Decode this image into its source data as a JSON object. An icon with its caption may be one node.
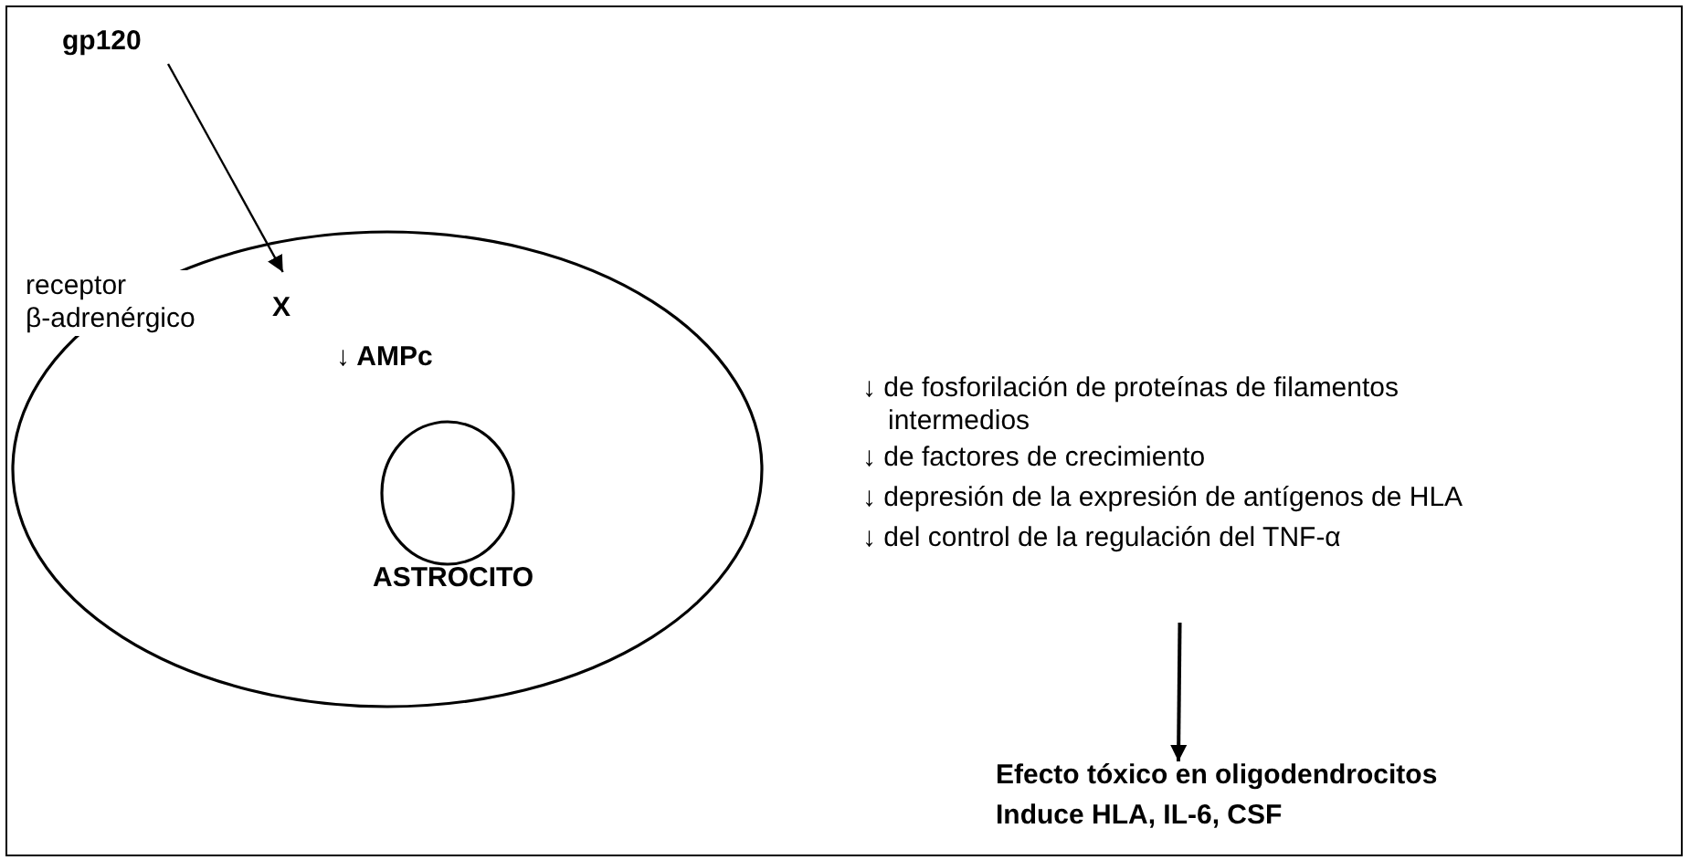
{
  "diagram": {
    "nodes": [
      {
        "text": [
          "gp120"
        ]
      },
      {
        "text": [
          "↓ AMPc",
          "ASTROCITO"
        ]
      },
      {
        "text": [
          "receptor β-adrenérgico",
          "X"
        ],
        "in": 1
      },
      {
        "text": [],
        "shape": "circle",
        "in": 1
      },
      {
        "text": [
          "↓ de fosforilación de proteínas de filamentos intermedios",
          "↓ de factores de crecimiento",
          "↓ depresión de la expresión de antígenos de HLA",
          "↓ del control de la regulación del TNF-α"
        ]
      },
      {
        "text": [
          "Efecto tóxico en oligodendrocitos",
          "Induce HLA, IL-6, CSF"
        ]
      }
    ],
    "edges": [
      {
        "from": 0,
        "to": 2,
        "arrow": "to"
      },
      {
        "from": 4,
        "to": 5,
        "arrow": "to"
      }
    ]
  }
}
